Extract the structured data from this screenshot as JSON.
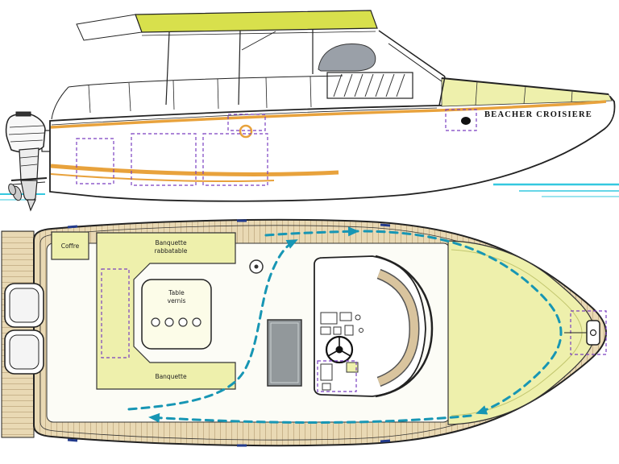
{
  "side_view": {
    "boat_name": "BEACHER CROISIERE"
  },
  "plan_view": {
    "coffre_label": "Coffre",
    "fold_bench_label_line1": "Banquette",
    "fold_bench_label_line2": "rabbatable",
    "table_label_line1": "Table",
    "table_label_line2": "vernis",
    "aft_bench_label": "Banquette"
  },
  "colors": {
    "canopy_yellow": "#d8e04c",
    "pale_yellow": "#eef0ac",
    "wood": "#e9d9b4",
    "wood_line": "#c9b48c",
    "accent_orange": "#e8a23c",
    "route_teal": "#1796b4",
    "outline_violet": "#7a3fc0",
    "water_cyan": "#35c8df",
    "engine_gray": "#92989b",
    "tan_band": "#d9c49e"
  }
}
